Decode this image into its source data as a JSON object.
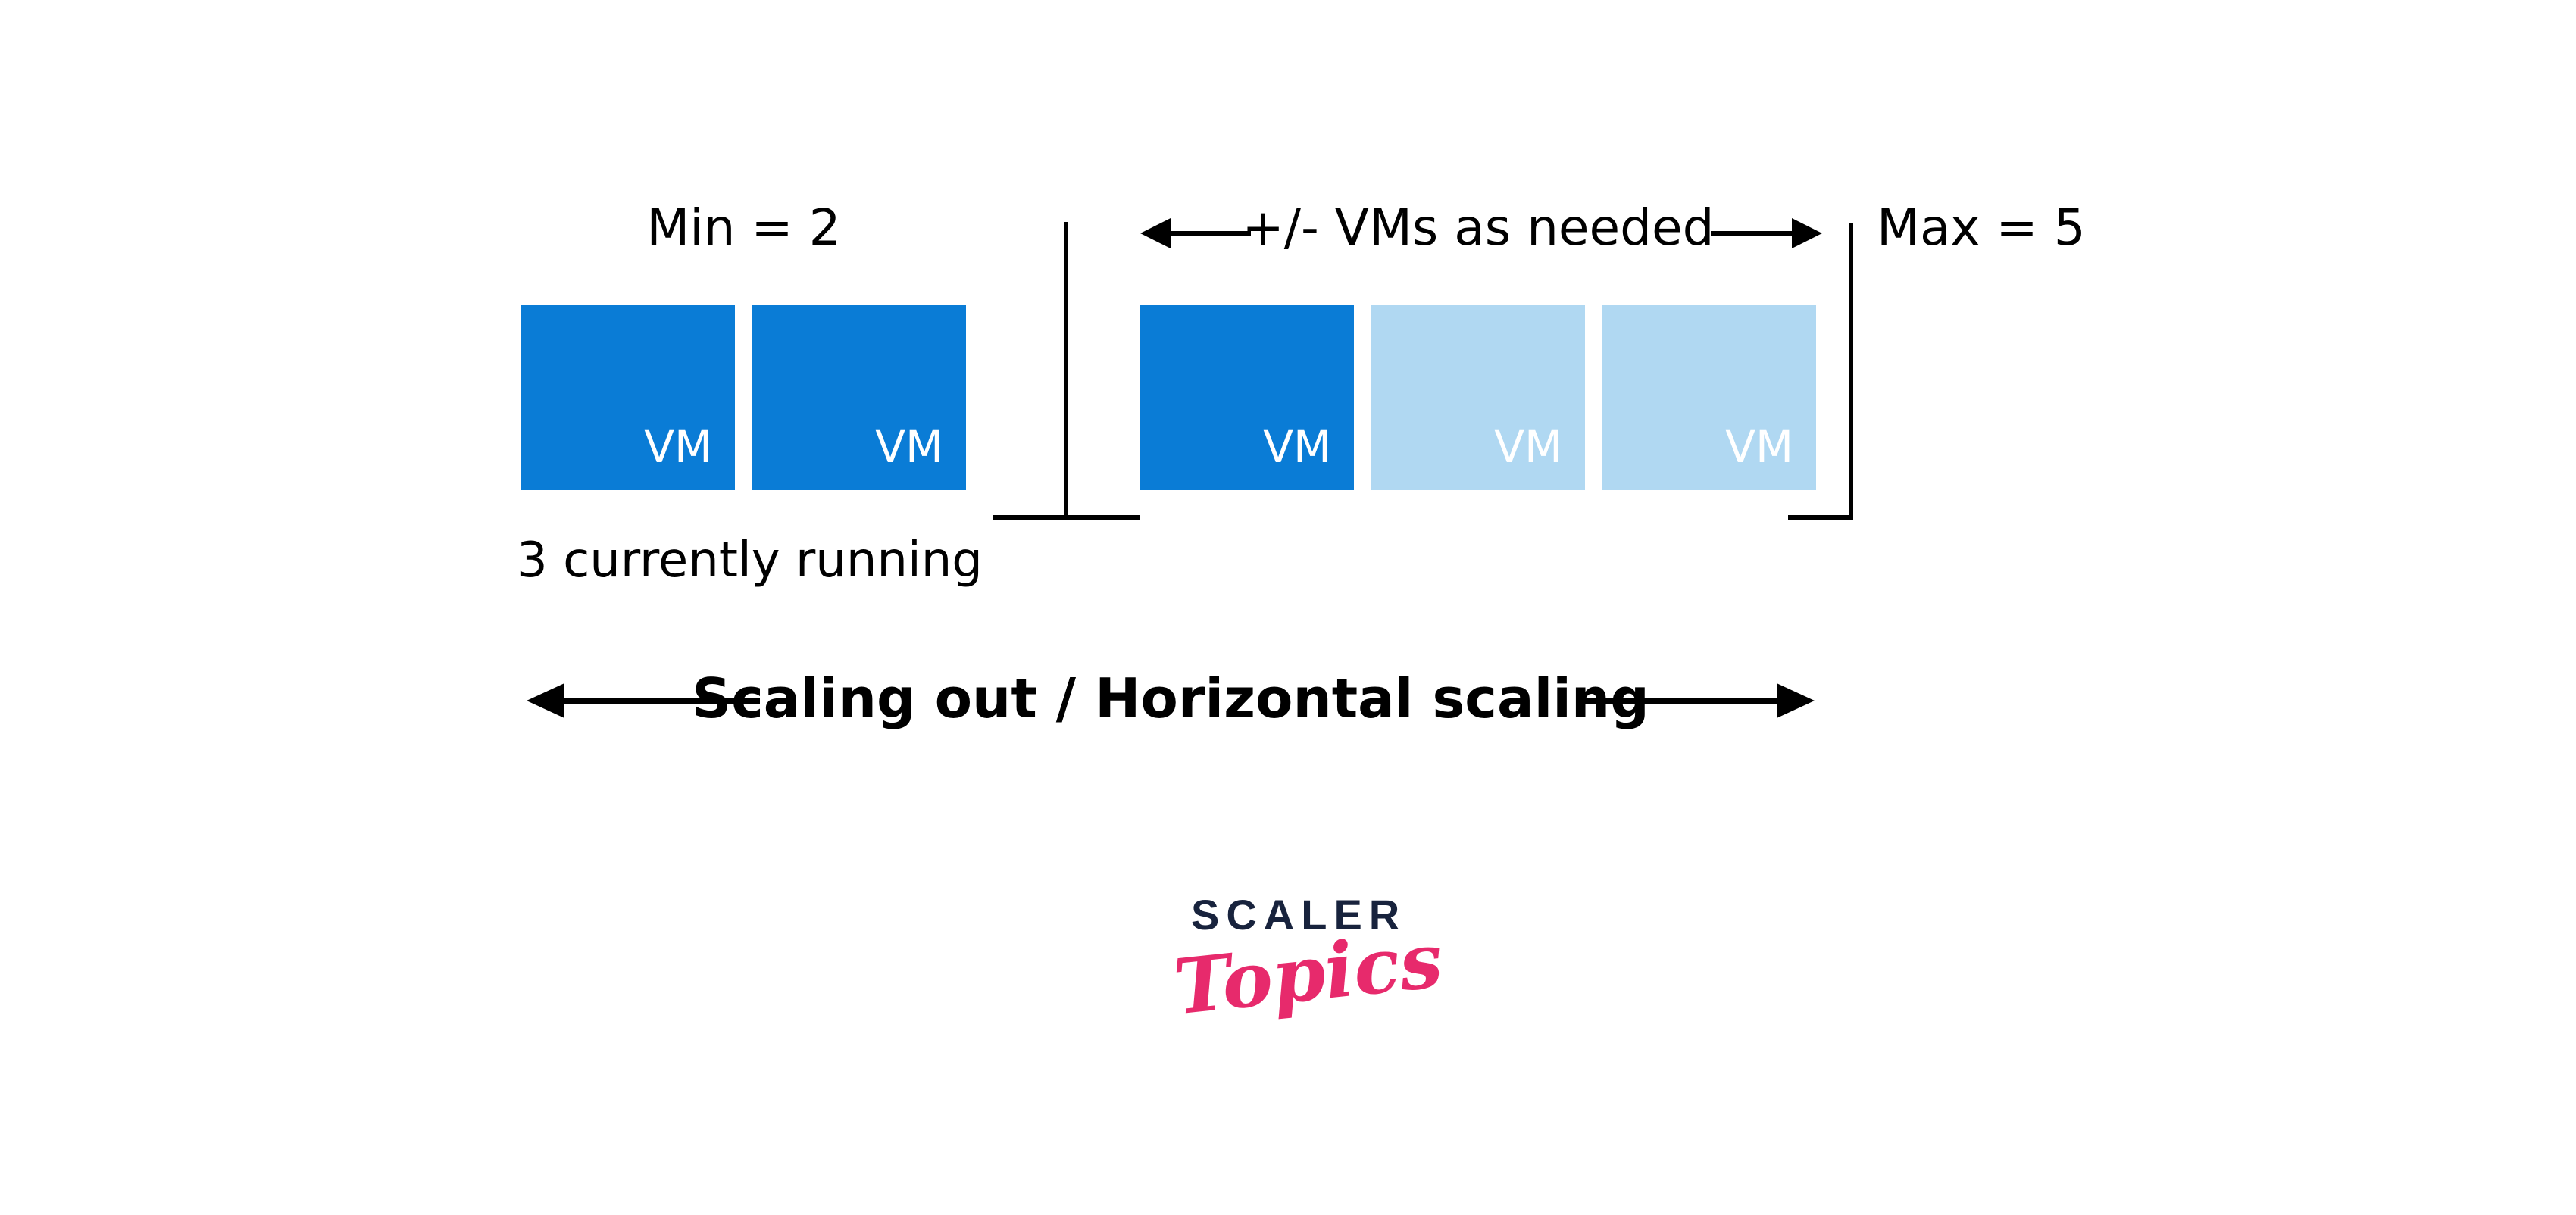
{
  "colors": {
    "vm_active": "#0a7cd6",
    "vm_inactive": "#b0d8f2",
    "ink": "#000000",
    "logo_navy": "#18233d",
    "logo_pink": "#e72a6c"
  },
  "diagram": {
    "min_label": "Min = 2",
    "range_label": "+/- VMs as needed",
    "max_label": "Max = 5",
    "running_label": "3 currently running",
    "scaling_label": "Scaling out / Horizontal scaling",
    "min_group": {
      "vms": [
        {
          "label": "VM",
          "state": "active"
        },
        {
          "label": "VM",
          "state": "active"
        }
      ]
    },
    "elastic_group": {
      "vms": [
        {
          "label": "VM",
          "state": "active"
        },
        {
          "label": "VM",
          "state": "inactive"
        },
        {
          "label": "VM",
          "state": "inactive"
        }
      ]
    }
  },
  "logo": {
    "brand": "SCALER",
    "sub": "Topics"
  }
}
